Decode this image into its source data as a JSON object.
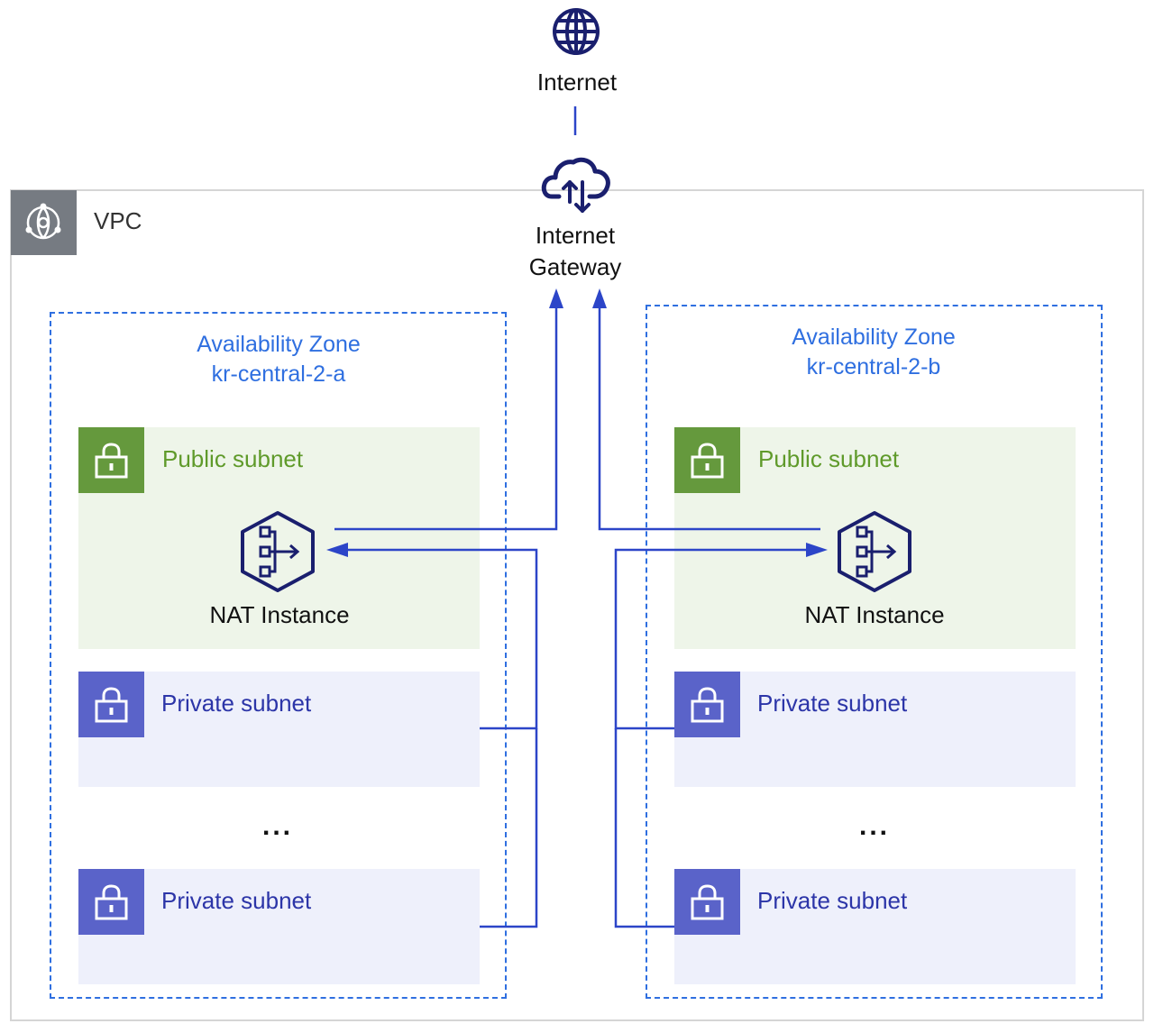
{
  "internet": {
    "label": "Internet",
    "icon": "globe-icon"
  },
  "gateway": {
    "label_line1": "Internet",
    "label_line2": "Gateway",
    "icon": "cloud-updown-icon"
  },
  "vpc": {
    "label": "VPC",
    "icon": "vpc-network-icon"
  },
  "zones": [
    {
      "title_line1": "Availability Zone",
      "title_line2": "kr-central-2-a",
      "public_subnet": "Public subnet",
      "nat_label": "NAT Instance",
      "private_subnets": [
        "Private subnet",
        "Private subnet"
      ],
      "ellipsis": "..."
    },
    {
      "title_line1": "Availability Zone",
      "title_line2": "kr-central-2-b",
      "public_subnet": "Public subnet",
      "nat_label": "NAT Instance",
      "private_subnets": [
        "Private subnet",
        "Private subnet"
      ],
      "ellipsis": "..."
    }
  ],
  "colors": {
    "accent_blue": "#2f6fe0",
    "line_blue": "#2c45c8",
    "navy": "#1a1f6e",
    "public_green": "#65993d",
    "private_blue": "#5a63c9"
  }
}
